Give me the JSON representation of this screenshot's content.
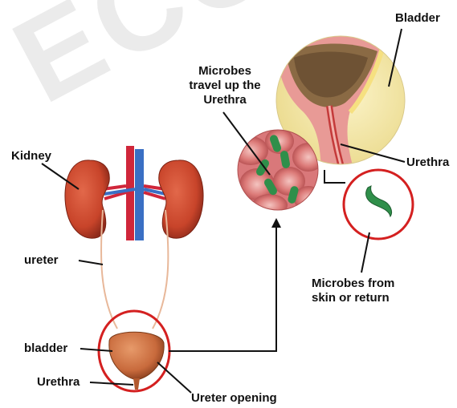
{
  "watermark": "ECCO",
  "labels": {
    "bladder_top": "Bladder",
    "microbes_travel": [
      "Microbes",
      "travel up the",
      "Urethra"
    ],
    "urethra_right": "Urethra",
    "kidney": "Kidney",
    "ureter": "ureter",
    "microbes_from": [
      "Microbes from",
      "skin or return"
    ],
    "bladder_left": "bladder",
    "urethra_left": "Urethra",
    "ureter_opening": "Ureter opening"
  },
  "colors": {
    "highlight_circle": "#d42020",
    "kidney": "#c8442a",
    "bladder": "#c86a3c",
    "artery": "#d0263a",
    "vein": "#3a6fc4",
    "microbe": "#2f8f4a",
    "tissue_background": "#f3e9a8"
  }
}
